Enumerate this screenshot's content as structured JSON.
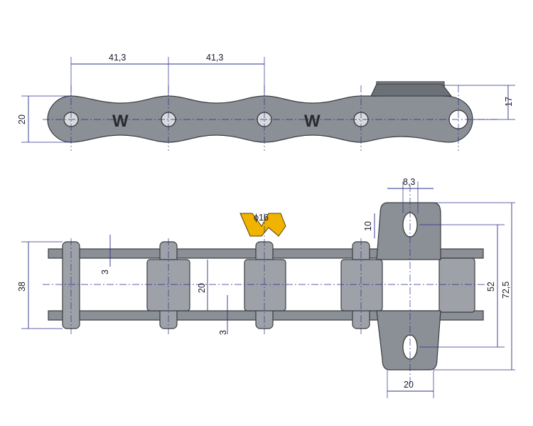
{
  "drawing": {
    "top_view": {
      "pitch_1": "41,3",
      "pitch_2": "41,3",
      "plate_height": "20",
      "attachment_height": "17"
    },
    "bottom_view": {
      "inner_width": "38",
      "plate_thickness_1": "3",
      "plate_thickness_2": "3",
      "roller_length": "20",
      "pin_diameter": "ϕ16",
      "hole_width": "8,3",
      "hole_offset": "10",
      "hole_spacing": "52",
      "attachment_total": "72,5",
      "attachment_width": "20"
    },
    "logo_text": "W",
    "colors": {
      "dimension_lines": "#2b2f8a",
      "metal": "#8b8f96",
      "logo_accent": "#f0b400"
    }
  }
}
